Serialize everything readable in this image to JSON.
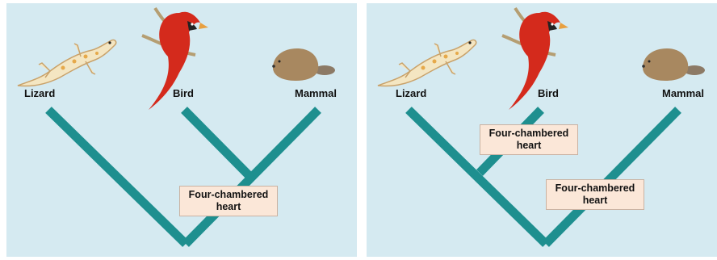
{
  "panels": [
    {
      "animals": {
        "lizard": "Lizard",
        "bird": "Bird",
        "mammal": "Mammal"
      },
      "traits": [
        {
          "line1": "Four-chambered",
          "line2": "heart"
        }
      ]
    },
    {
      "animals": {
        "lizard": "Lizard",
        "bird": "Bird",
        "mammal": "Mammal"
      },
      "traits": [
        {
          "line1": "Four-chambered",
          "line2": "heart"
        },
        {
          "line1": "Four-chambered",
          "line2": "heart"
        }
      ]
    }
  ],
  "colors": {
    "background": "#d5eaf1",
    "branch": "#1e8f8f",
    "trait_box": "#fbe7d8",
    "bird": "#d42a1c",
    "lizard": "#f4e6c2",
    "mammal": "#a88860"
  },
  "icons": [
    "lizard-icon",
    "bird-icon",
    "mammal-icon"
  ]
}
